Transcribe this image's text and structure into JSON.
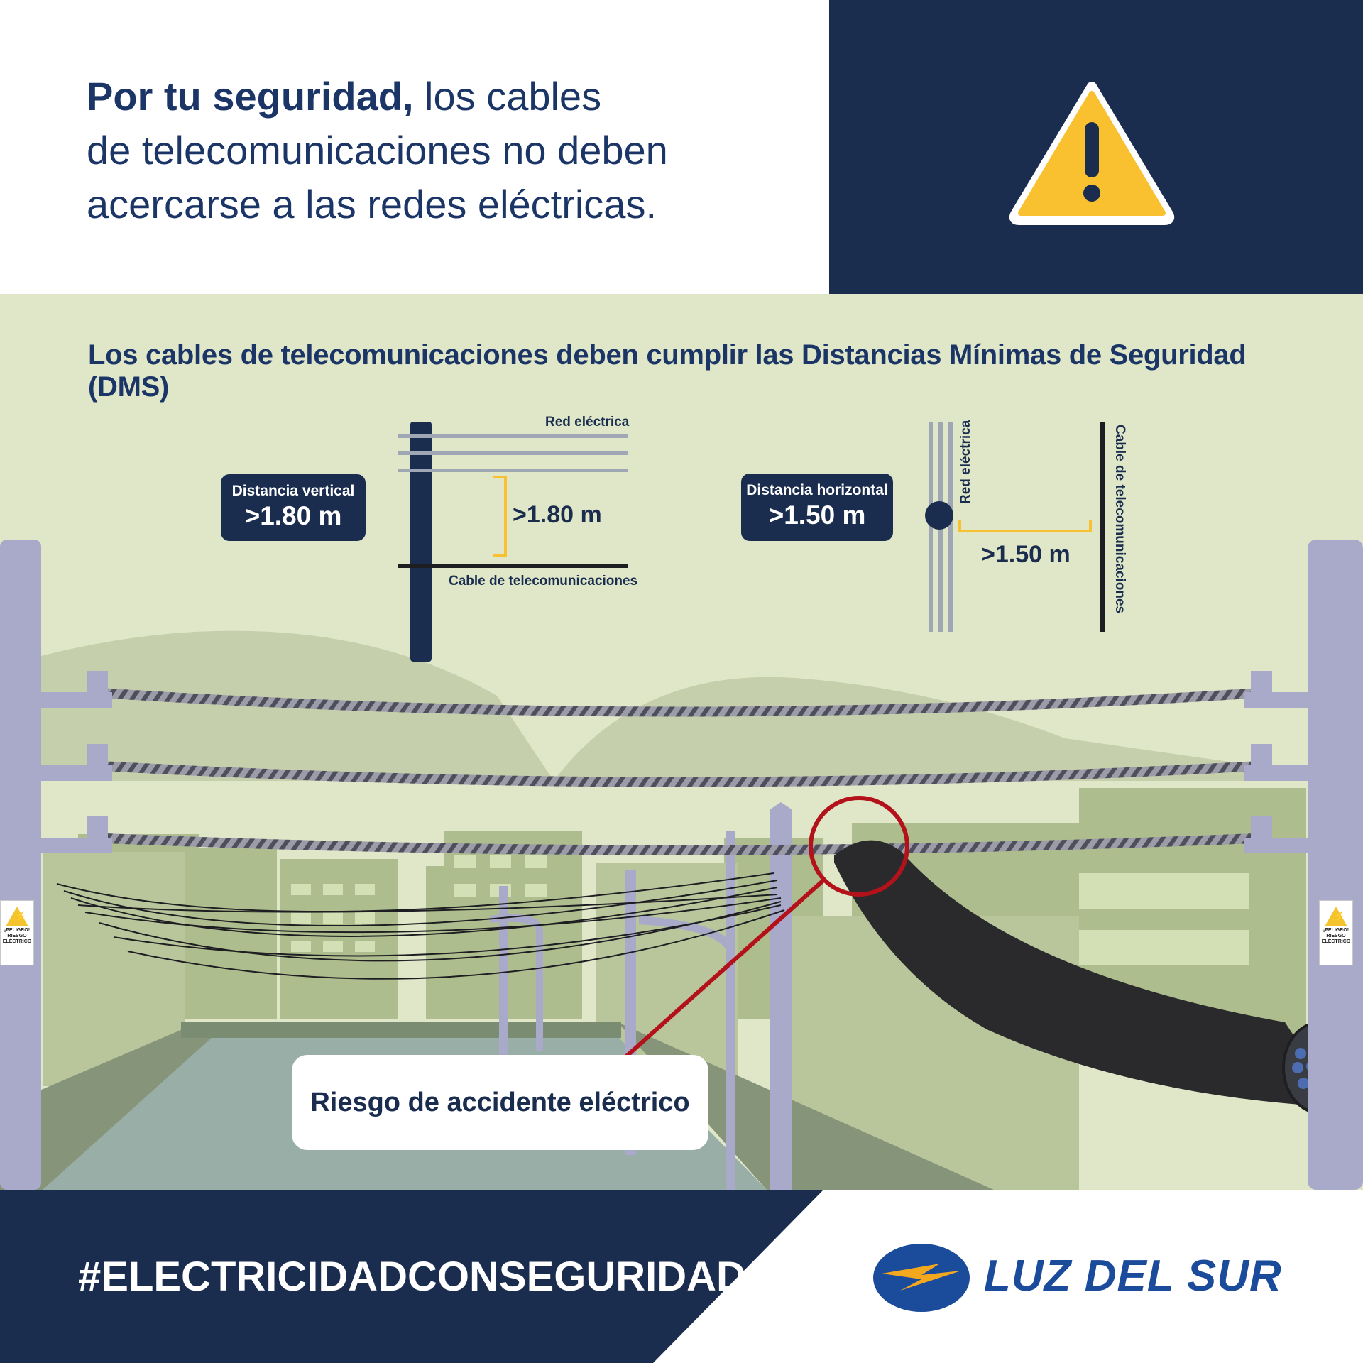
{
  "header": {
    "headline_bold": "Por tu seguridad,",
    "headline_rest_1": " los cables",
    "headline_rest_2": "de telecomunicaciones no deben",
    "headline_rest_3": "acercarse a las redes eléctricas."
  },
  "warning_icon": "warning-triangle-icon",
  "subtitle": "Los cables de telecomunicaciones deben cumplir las Distancias Mínimas de Seguridad (DMS)",
  "vertical": {
    "badge_label": "Distancia vertical",
    "badge_value": ">1.80 m",
    "measure": ">1.80 m",
    "red_label": "Red eléctrica",
    "cable_label": "Cable de telecomunicaciones"
  },
  "horizontal": {
    "badge_label": "Distancia horizontal",
    "badge_value": ">1.50 m",
    "measure": ">1.50 m",
    "red_label": "Red eléctrica",
    "cable_label": "Cable de telecomunicaciones"
  },
  "risk": {
    "label": "Riesgo de accidente eléctrico"
  },
  "danger_sign": {
    "text": "¡PELIGRO! RIESGO ELÉCTRICO"
  },
  "footer": {
    "hashtag": "#ELECTRICIDADCONSEGURIDAD",
    "brand": "LUZ DEL SUR",
    "logo_icon": "luz-del-sur-logo"
  },
  "colors": {
    "navy": "#1b2d4f",
    "headline_blue": "#1b3566",
    "scene_bg": "#dfe7c8",
    "warning_yellow": "#f9c12f",
    "risk_red": "#b3121b",
    "brand_blue": "#1b4b9b"
  }
}
